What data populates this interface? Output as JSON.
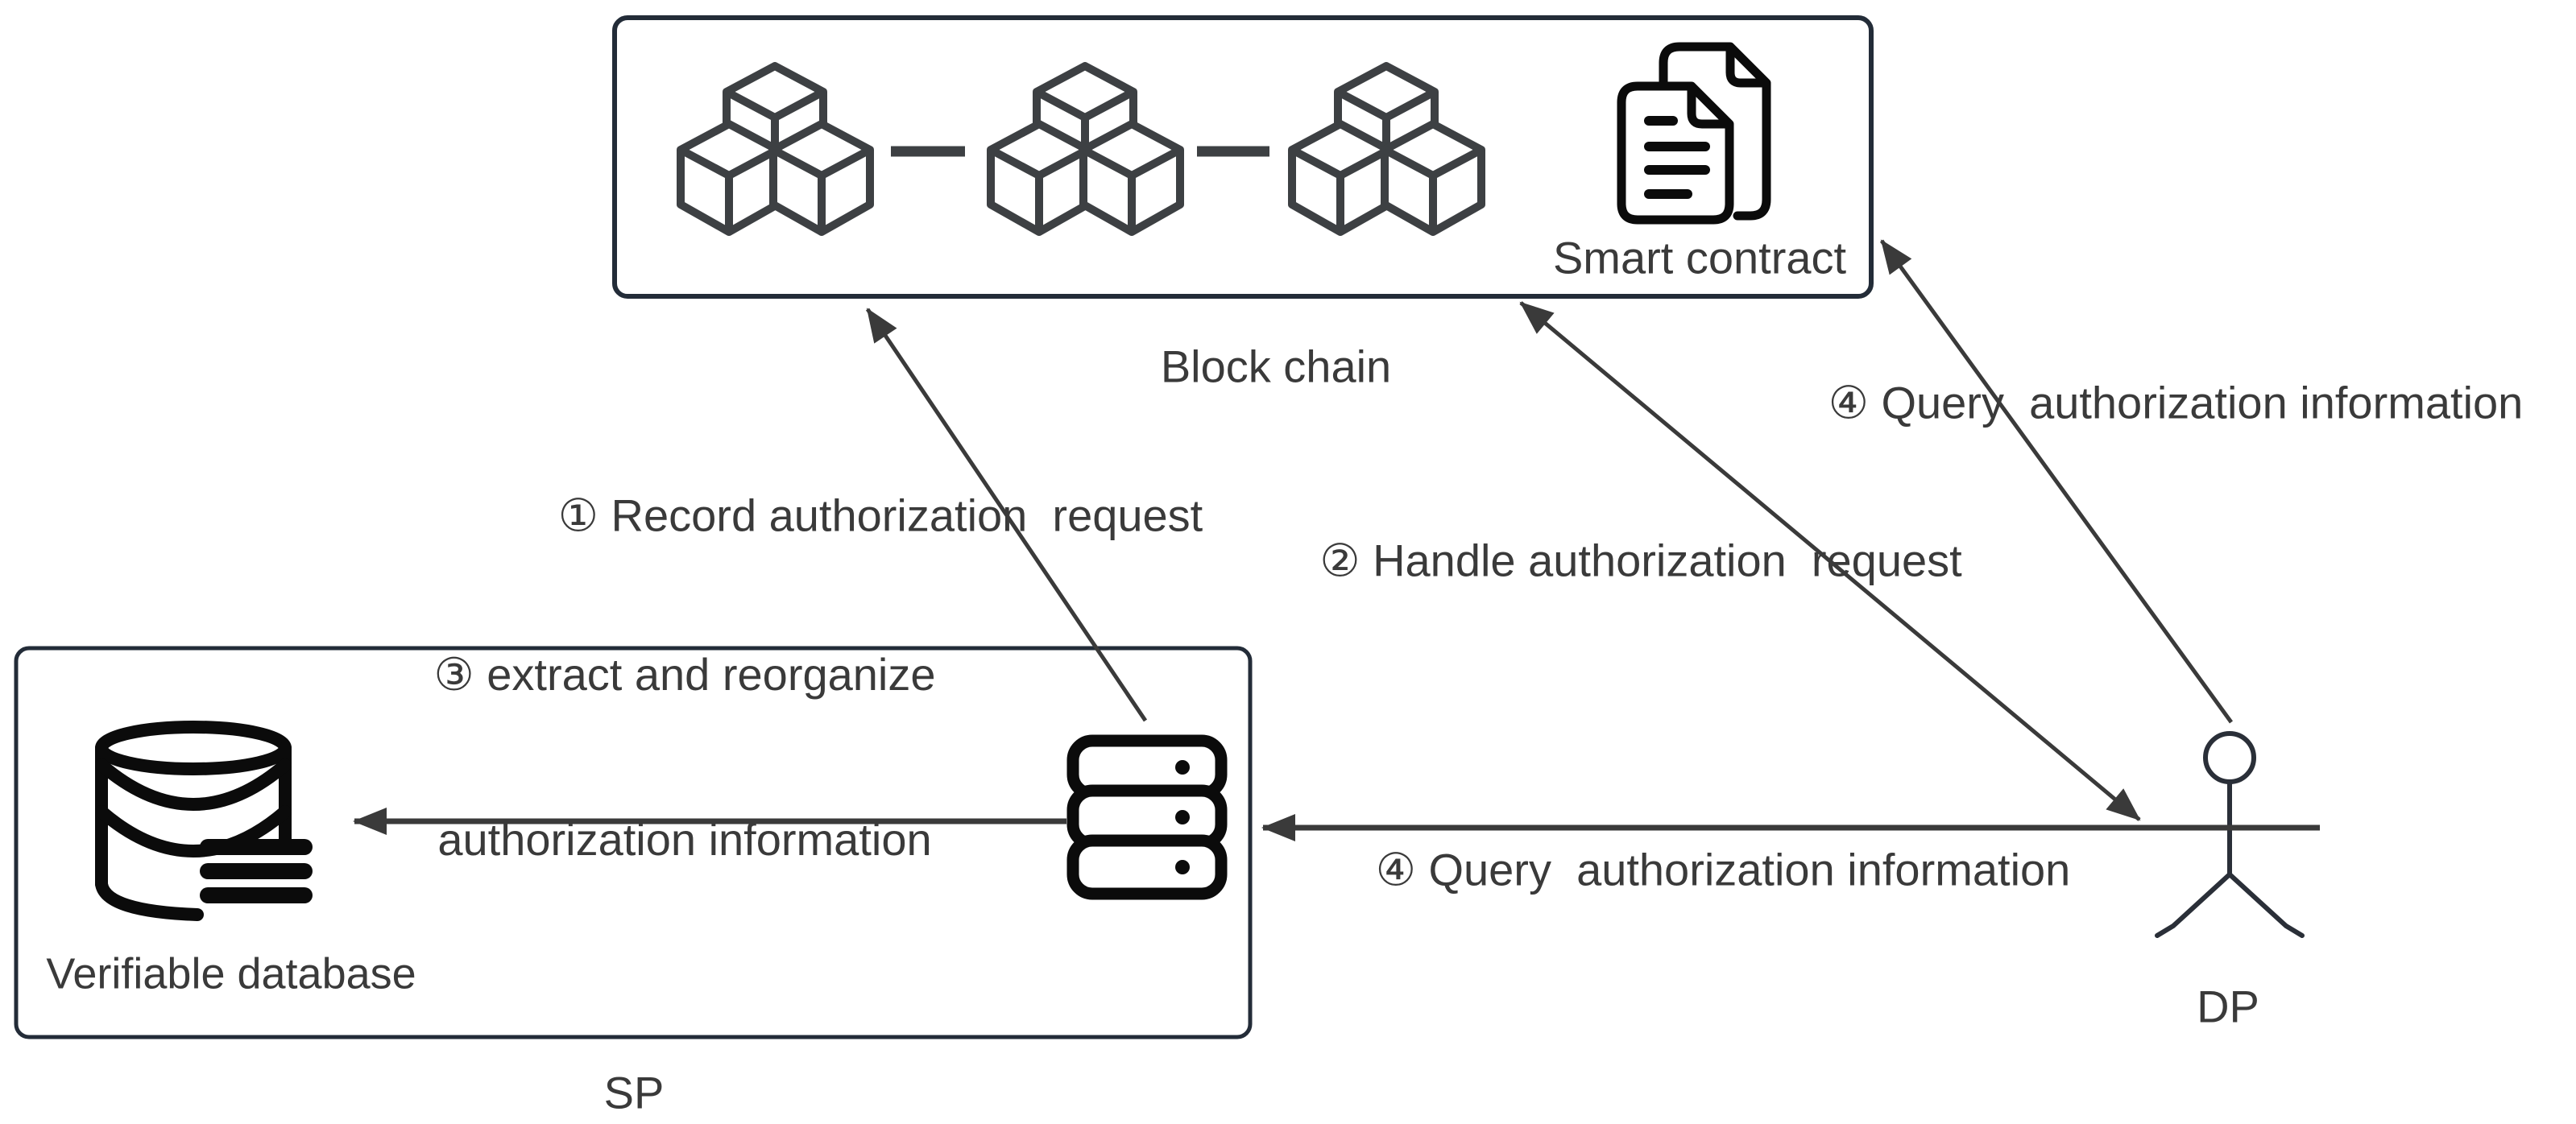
{
  "diagram": {
    "blockchain": {
      "title": "Block chain",
      "smart_contract_label": "Smart contract"
    },
    "sp": {
      "title": "SP",
      "database_label": "Verifiable database"
    },
    "dp": {
      "title": "DP"
    },
    "arrows": {
      "step1": "① Record authorization  request",
      "step2": "② Handle authorization  request",
      "step3_line1": "③ extract and reorganize",
      "step3_line2": "authorization information",
      "step4_top": "④ Query  authorization information",
      "step4_bottom": "④ Query  authorization information"
    },
    "colors": {
      "background": "#ffffff",
      "box_border": "#232c38",
      "text": "#3a3a3a",
      "arrow": "#3a3a3a",
      "cube": "#3d4043",
      "icon": "#0b0b0b",
      "figure": "#2a2f38"
    }
  }
}
